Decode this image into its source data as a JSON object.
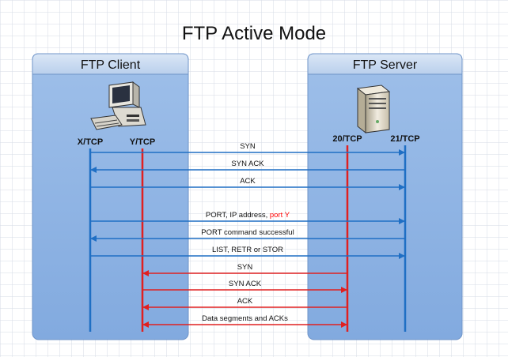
{
  "title": "FTP Active Mode",
  "colors": {
    "grid_line": "#d6dbe6",
    "panel_fill": "#8eb4e3",
    "panel_header": "#c5d9f1",
    "panel_border": "#6f94c8",
    "blue_line": "#1f6fc4",
    "red_line": "#e02020",
    "highlight_text": "#ff0000"
  },
  "client_panel": {
    "title": "FTP Client",
    "icon": "computer-icon"
  },
  "server_panel": {
    "title": "FTP Server",
    "icon": "server-icon"
  },
  "ports": {
    "client_control": "X/TCP",
    "client_data": "Y/TCP",
    "server_data": "20/TCP",
    "server_control": "21/TCP"
  },
  "messages": [
    {
      "label": "SYN",
      "channel": "control",
      "direction": "to-server"
    },
    {
      "label": "SYN ACK",
      "channel": "control",
      "direction": "to-client"
    },
    {
      "label": "ACK",
      "channel": "control",
      "direction": "to-server"
    },
    {
      "label": "PORT, IP address, ",
      "label_highlight": "port Y",
      "channel": "control",
      "direction": "to-server"
    },
    {
      "label": "PORT command successful",
      "channel": "control",
      "direction": "to-client"
    },
    {
      "label": "LIST, RETR or STOR",
      "channel": "control",
      "direction": "to-server"
    },
    {
      "label": "SYN",
      "channel": "data",
      "direction": "to-client"
    },
    {
      "label": "SYN ACK",
      "channel": "data",
      "direction": "to-server"
    },
    {
      "label": "ACK",
      "channel": "data",
      "direction": "to-client"
    },
    {
      "label": "Data segments and ACKs",
      "channel": "data",
      "direction": "both"
    }
  ]
}
